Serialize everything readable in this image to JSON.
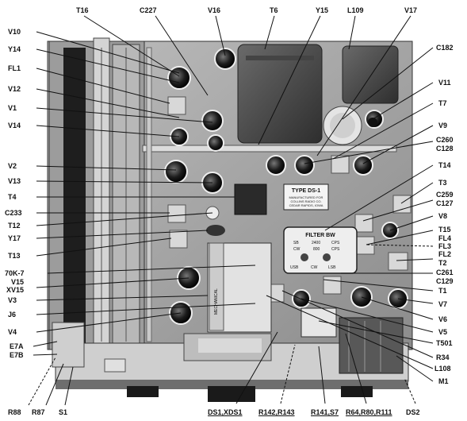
{
  "labels": {
    "top": {
      "T16": "T16",
      "C227": "C227",
      "V16": "V16",
      "T6": "T6",
      "Y15": "Y15",
      "L109": "L109",
      "V17": "V17"
    },
    "left": {
      "V10": "V10",
      "Y14": "Y14",
      "FL1": "FL1",
      "V12": "V12",
      "V1": "V1",
      "V14": "V14",
      "V2": "V2",
      "V13": "V13",
      "T4": "T4",
      "C233": "C233",
      "T12": "T12",
      "Y17": "Y17",
      "T13": "T13",
      "70K7": "70K-7",
      "V15": "V15",
      "XV15": "XV15",
      "V3": "V3",
      "J6": "J6",
      "V4": "V4",
      "E7A": "E7A",
      "E7B": "E7B"
    },
    "right": {
      "C182": "C182",
      "V11": "V11",
      "T7": "T7",
      "V9": "V9",
      "C260": "C260",
      "C128": "C128",
      "T14": "T14",
      "T3": "T3",
      "C259": "C259",
      "C127": "C127",
      "V8": "V8",
      "T15": "T15",
      "FL4": "FL4",
      "FL3": "FL3",
      "FL2": "FL2",
      "T2": "T2",
      "C261": "C261",
      "C129": "C129",
      "T1": "T1",
      "V7": "V7",
      "V6": "V6",
      "V5": "V5",
      "T501": "T501",
      "R34": "R34",
      "L108": "L108",
      "M1": "M1"
    },
    "bottom": {
      "R88": "R88",
      "R87": "R87",
      "S1": "S1",
      "DS1": "DS1,XDS1",
      "R142": "R142,R143",
      "R141": "R141,S7",
      "R64": "R64,R80,R111",
      "DS2": "DS2"
    }
  },
  "panel_text": {
    "type_plate_1": "TYPE DS-1",
    "type_plate_2": "MANUFACTURED FOR",
    "type_plate_3": "COLLINS RADIO CO.",
    "type_plate_4": "CEDAR RAPIDS, IOWA",
    "filter_title": "FILTER BW",
    "filter_ssb": "SB",
    "filter_2400": "2400",
    "filter_cps": "CPS",
    "filter_cw": "CW",
    "filter_800": "800",
    "filter_cps2": "CPS",
    "filter_usb": "USB",
    "filter_cwm": "CW",
    "filter_lsb": "LSB",
    "mech_vert": "MECHANICAL"
  },
  "colors": {
    "ink": "#111111",
    "chassis": "#a6a6a6",
    "chassis_dark": "#3a3a3a",
    "can": "#555555",
    "paper": "#ffffff"
  }
}
